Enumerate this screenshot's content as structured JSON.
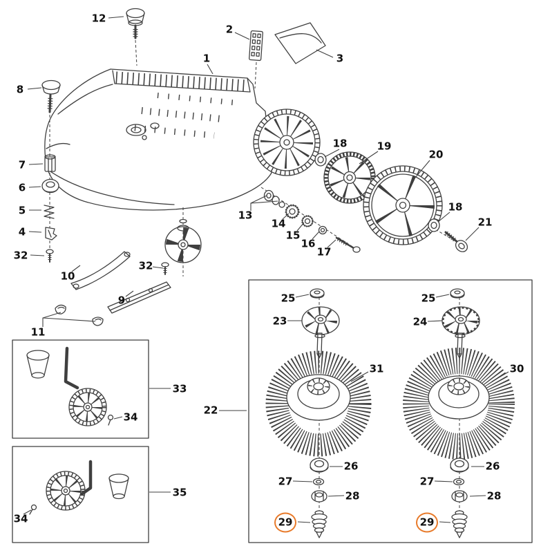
{
  "diagram": {
    "kind": "exploded-parts-diagram",
    "colors": {
      "line": "#3f3f3f",
      "background": "#ffffff",
      "highlight": "#e87a2a",
      "label_text": "#111111"
    },
    "callouts": [
      {
        "label": "12",
        "highlighted": false
      },
      {
        "label": "2",
        "highlighted": false
      },
      {
        "label": "3",
        "highlighted": false
      },
      {
        "label": "1",
        "highlighted": false
      },
      {
        "label": "8",
        "highlighted": false
      },
      {
        "label": "7",
        "highlighted": false
      },
      {
        "label": "6",
        "highlighted": false
      },
      {
        "label": "5",
        "highlighted": false
      },
      {
        "label": "4",
        "highlighted": false
      },
      {
        "label": "32",
        "highlighted": false
      },
      {
        "label": "10",
        "highlighted": false
      },
      {
        "label": "9",
        "highlighted": false
      },
      {
        "label": "11",
        "highlighted": false
      },
      {
        "label": "32",
        "highlighted": false
      },
      {
        "label": "13",
        "highlighted": false
      },
      {
        "label": "14",
        "highlighted": false
      },
      {
        "label": "15",
        "highlighted": false
      },
      {
        "label": "16",
        "highlighted": false
      },
      {
        "label": "17",
        "highlighted": false
      },
      {
        "label": "18",
        "highlighted": false
      },
      {
        "label": "19",
        "highlighted": false
      },
      {
        "label": "20",
        "highlighted": false
      },
      {
        "label": "18",
        "highlighted": false
      },
      {
        "label": "21",
        "highlighted": false
      },
      {
        "label": "22",
        "highlighted": false
      },
      {
        "label": "25",
        "highlighted": false
      },
      {
        "label": "23",
        "highlighted": false
      },
      {
        "label": "31",
        "highlighted": false
      },
      {
        "label": "26",
        "highlighted": false
      },
      {
        "label": "27",
        "highlighted": false
      },
      {
        "label": "28",
        "highlighted": false
      },
      {
        "label": "29",
        "highlighted": true
      },
      {
        "label": "25",
        "highlighted": false
      },
      {
        "label": "24",
        "highlighted": false
      },
      {
        "label": "30",
        "highlighted": false
      },
      {
        "label": "26",
        "highlighted": false
      },
      {
        "label": "27",
        "highlighted": false
      },
      {
        "label": "28",
        "highlighted": false
      },
      {
        "label": "29",
        "highlighted": true
      },
      {
        "label": "33",
        "highlighted": false
      },
      {
        "label": "34",
        "highlighted": false
      },
      {
        "label": "35",
        "highlighted": false
      },
      {
        "label": "34",
        "highlighted": false
      }
    ]
  }
}
